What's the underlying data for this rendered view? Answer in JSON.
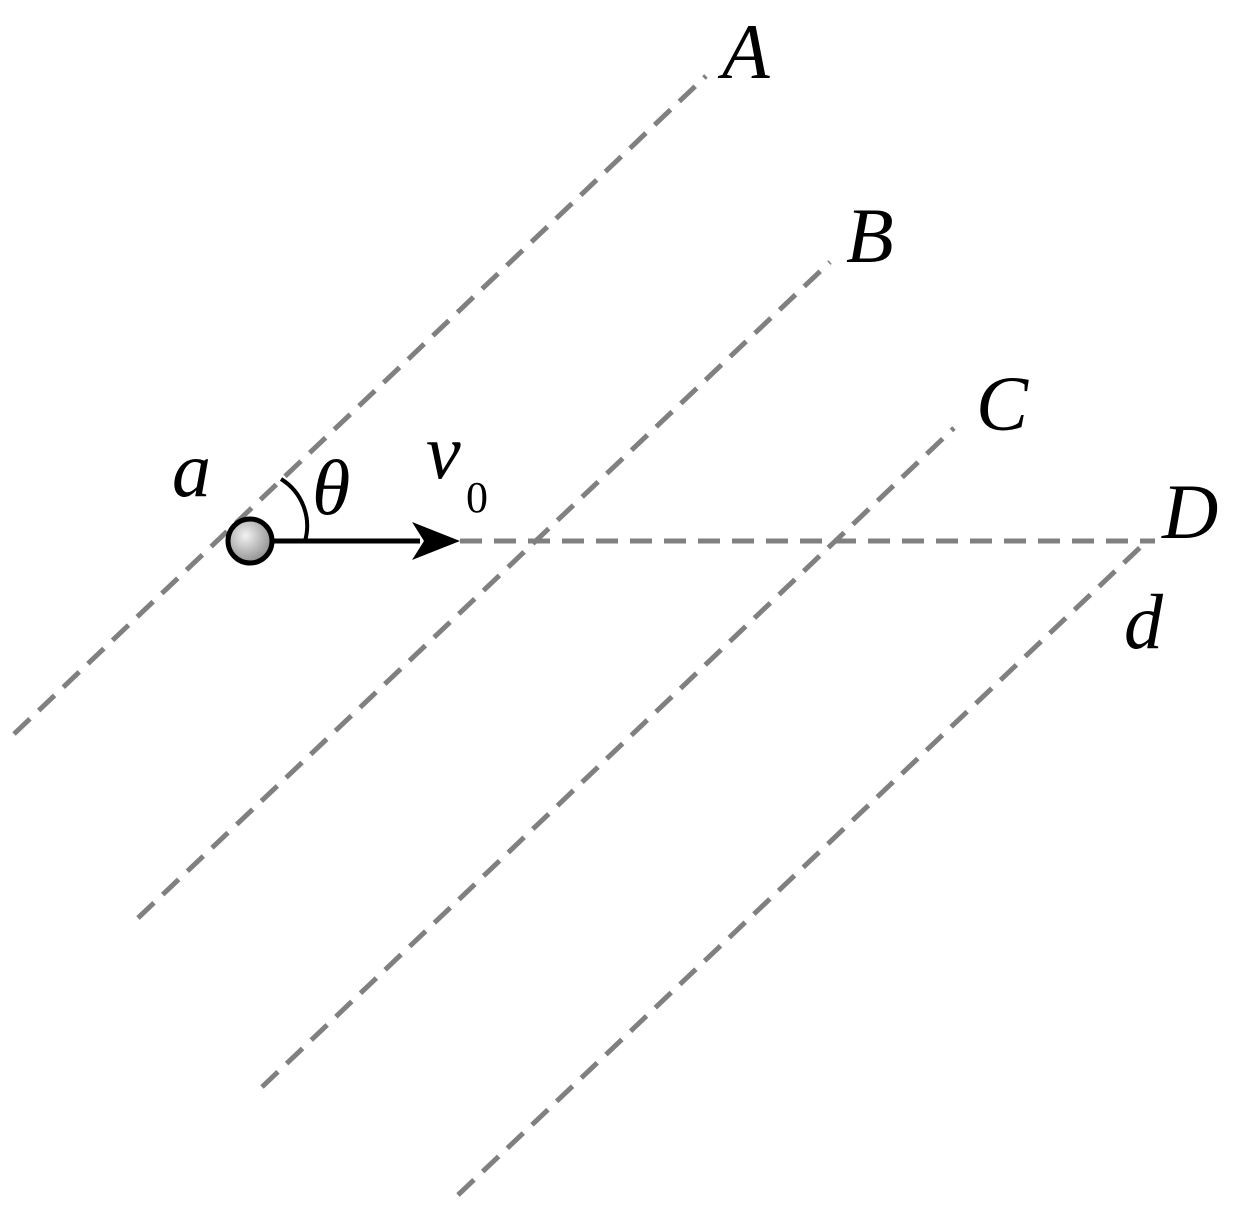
{
  "labels": {
    "line_a": "A",
    "line_b": "B",
    "line_c": "C",
    "line_d": "D",
    "point": "a",
    "point_end": "d",
    "angle": "θ",
    "velocity": "v",
    "velocity_subscript": "0"
  },
  "colors": {
    "dashed_line": "#808080",
    "arrow": "#000000",
    "ball_fill": "#b0b0b0"
  }
}
